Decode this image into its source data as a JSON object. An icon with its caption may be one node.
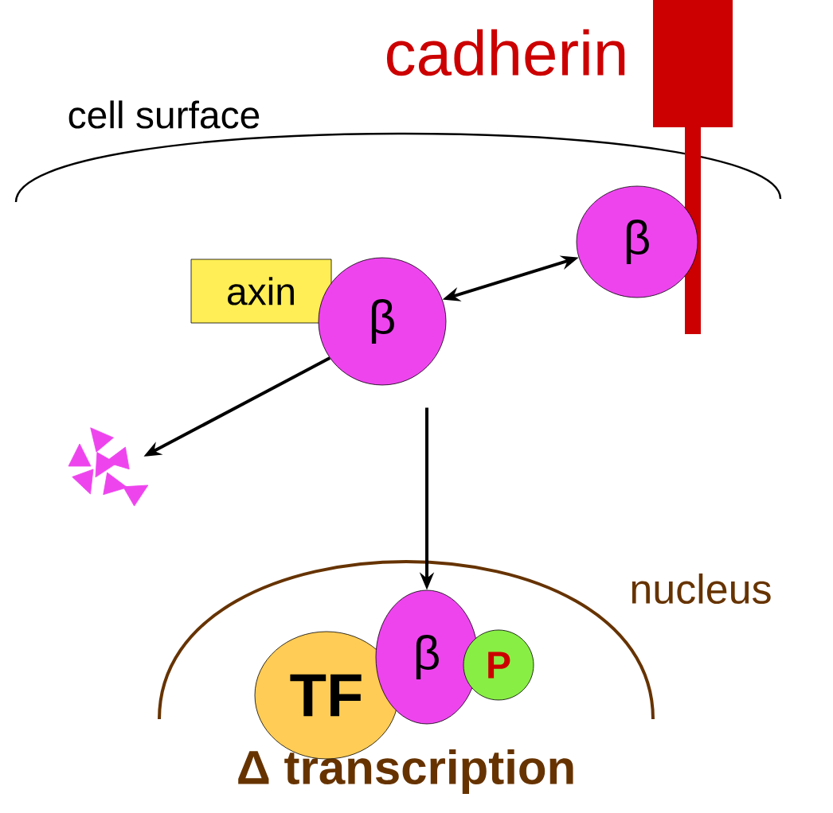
{
  "diagram": {
    "nodes": [
      {
        "text": [],
        "shape": "bar"
      },
      {
        "text": [
          "β"
        ]
      },
      {
        "text": [
          "axin"
        ]
      },
      {
        "text": [
          "β"
        ]
      },
      {
        "text": [],
        "shape": "star"
      },
      {
        "text": [
          "nucleus",
          "Δ transcription"
        ]
      },
      {
        "text": [
          "TF"
        ],
        "in": 5
      },
      {
        "text": [
          "β"
        ],
        "in": 5
      },
      {
        "text": [
          "P"
        ],
        "in": 5
      }
    ],
    "edges": [
      {
        "from": 3,
        "to": 1,
        "arrow": "both"
      },
      {
        "from": 3,
        "to": 4,
        "arrow": "to"
      },
      {
        "from": 3,
        "to": 7,
        "arrow": "to"
      }
    ],
    "labels": [
      "cadherin",
      "cell surface"
    ]
  }
}
